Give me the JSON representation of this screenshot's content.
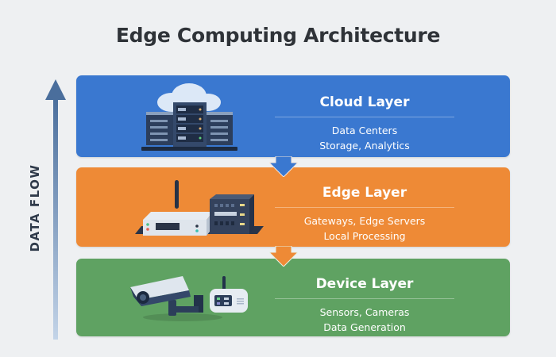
{
  "title": "Edge Computing Architecture",
  "flow": {
    "label": "DATA FLOW",
    "direction": "up",
    "colors": {
      "top": "#4a6e9c",
      "bottom": "#c0d2e6"
    }
  },
  "layers": [
    {
      "name": "Cloud Layer",
      "lines": [
        "Data Centers",
        "Storage, Analytics"
      ],
      "color": "#3a78d0",
      "icon": "cloud-server-rack-icon"
    },
    {
      "name": "Edge Layer",
      "lines": [
        "Gateways, Edge Servers",
        "Local Processing"
      ],
      "color": "#ee8a36",
      "icon": "gateway-edge-server-icon"
    },
    {
      "name": "Device Layer",
      "lines": [
        "Sensors, Cameras",
        "Data Generation"
      ],
      "color": "#5fa262",
      "icon": "camera-sensor-icon"
    }
  ],
  "connectors": [
    {
      "from": "Cloud Layer",
      "to": "Edge Layer",
      "icon": "arrow-down-icon"
    },
    {
      "from": "Edge Layer",
      "to": "Device Layer",
      "icon": "arrow-down-icon"
    }
  ]
}
